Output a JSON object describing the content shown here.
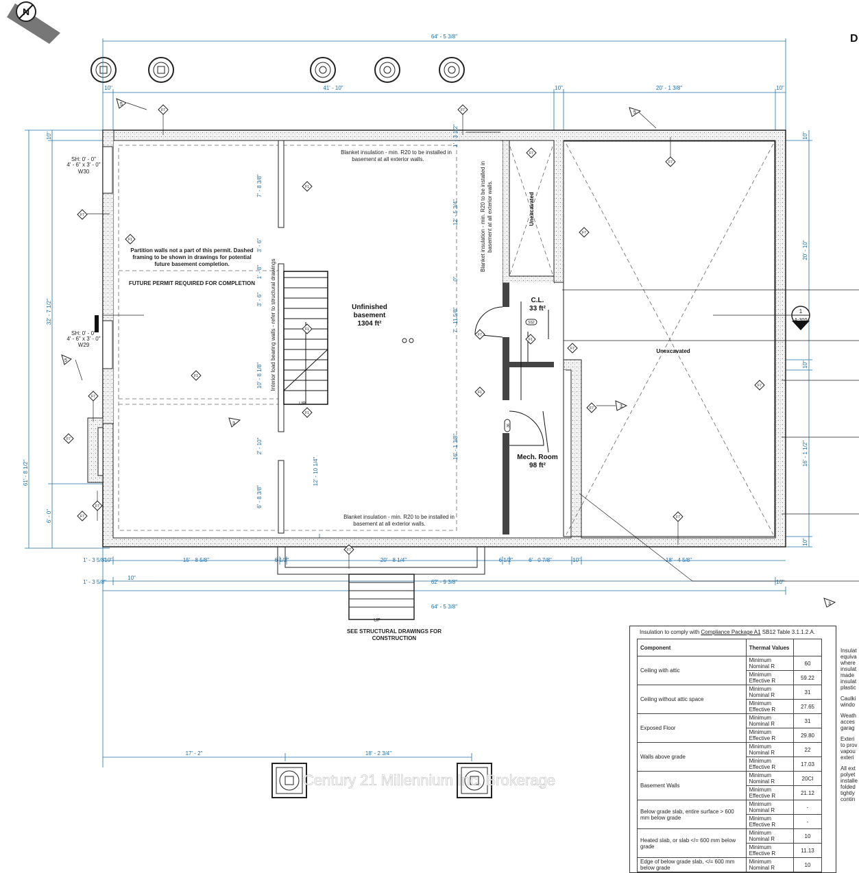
{
  "sheet": {
    "title_letter": "D"
  },
  "watermark": "Century 21 Millennium Inc. Brokerage",
  "dimensions": {
    "overall_top": "64' - 5 3/8\"",
    "overall_bottom": "64' - 5 3/8\"",
    "top_a": "10\"",
    "top_b": "41' - 10\"",
    "top_c": "10\"",
    "top_d": "20' - 1 3/8\"",
    "top_e": "10\"",
    "left_overall": "61' - 8 1/2\"",
    "left_a": "10\"",
    "left_b": "32' - 7 1/2\"",
    "left_c": "6' - 0\"",
    "right_a": "10\"",
    "right_b": "20' - 10\"",
    "right_c": "10\"",
    "right_d": "16' - 1 1/2\"",
    "right_e": "10\"",
    "interior_v1": "7' - 8 3/8\"",
    "interior_v2": "3' - 6\"",
    "interior_v3": "1' - 8\"",
    "interior_v4": "3' - 6\"",
    "interior_v5": "10' - 8 1/8\"",
    "interior_v6": "2' - 10\"",
    "interior_v7": "6' - 8 3/8\"",
    "interior_v8": "12' - 10 1/4\"",
    "mid_v1": "1' - 3 1/2\"",
    "mid_v2": "12' - 5 3/4\"",
    "mid_v3": "0\"",
    "mid_v4": "7' - 11 5/8\"",
    "mid_v5": "16' - 1 3/8\"",
    "bottom_a": "1' - 3 5/8\"",
    "bottom_b": "10\"",
    "bottom_c": "15' - 8 5/8\"",
    "bottom_d": "6 1/2\"",
    "bottom_e": "20' - 8 1/4\"",
    "bottom_f": "6 1/2\"",
    "bottom_g": "6' - 0 7/8\"",
    "bottom_h": "10\"",
    "bottom_i": "18' - 4 5/8\"",
    "bottom2_a": "1' - 3 5/8\"",
    "bottom2_b": "10\"",
    "bottom2_c": "62' - 9 3/8\"",
    "bottom2_d": "10\"",
    "lower_a": "17' - 2\"",
    "lower_b": "18' - 2 3/4\""
  },
  "rooms": {
    "basement_name_1": "Unfinished",
    "basement_name_2": "basement",
    "basement_area": "1304 ft²",
    "cl_name": "C.L.",
    "cl_area": "33 ft²",
    "mech_name": "Mech. Room",
    "mech_area": "98 ft²",
    "unexcavated_main": "Unexcavated",
    "unexcavated_small": "Unexcavated"
  },
  "notes": {
    "insulation_top_1": "Blanket insulation - min. R20 to be installed in",
    "insulation_top_2": "basement at all exterior walls.",
    "insulation_bottom_1": "Blanket insulation - min. R20 to be installed in",
    "insulation_bottom_2": "basement at all exterior walls.",
    "insulation_vert_1": "Blanket insulation - min. R20 to be installed in",
    "insulation_vert_2": "basement at all exterior walls.",
    "partition_1": "Partition walls not a part of this permit. Dashed",
    "partition_2": "framing to be shown in drawings for potential",
    "partition_3": "future basement completion.",
    "future_permit": "FUTURE PERMIT REQUIRED FOR COMPLETION",
    "load_bearing": "Interior load bearing walls - refer to structural drawings",
    "structural_1": "SEE STRUCTURAL DRAWINGS FOR",
    "structural_2": "CONSTRUCTION",
    "up_1": "UP",
    "up_2": "UP",
    "window_1a": "SH: 0' - 0\"",
    "window_1b": "4' - 6\" x 3' - 0\"",
    "window_1c": "W30",
    "window_2a": "SH: 0' - 0\"",
    "window_2b": "4' - 6\" x 3' - 0\"",
    "window_2c": "W29",
    "section_num": "1",
    "section_sheet": "A-300"
  },
  "tags": {
    "f7": "F7",
    "f1": "F1",
    "t5": "5",
    "t3": "3",
    "tag_ss": "SS2",
    "tag_mech": "36"
  },
  "insulation_table": {
    "intro_pre": "Insulation to comply with ",
    "intro_link": "Compliance Package A1",
    "intro_post": " SB12 Table 3.1.1.2.A.",
    "head_component": "Component",
    "head_thermal": "Thermal Values",
    "rows": [
      {
        "component": "Ceiling with attic",
        "nominal_label": "Minimum Nominal R",
        "nominal": "60",
        "effective_label": "Minimum Effective R",
        "effective": "59.22"
      },
      {
        "component": "Ceiling without attic space",
        "nominal_label": "Minimum Nominal R",
        "nominal": "31",
        "effective_label": "Minimum Effective R",
        "effective": "27.65"
      },
      {
        "component": "Exposed Floor",
        "nominal_label": "Minimum Nominal R",
        "nominal": "31",
        "effective_label": "Minimum Effective R",
        "effective": "29.80"
      },
      {
        "component": "Walls above grade",
        "nominal_label": "Minimum Nominal R",
        "nominal": "22",
        "effective_label": "Minimum Effective R",
        "effective": "17.03"
      },
      {
        "component": "Basement Walls",
        "nominal_label": "Minimum Nominal R",
        "nominal": "20CI",
        "effective_label": "Minimum Effective R",
        "effective": "21.12"
      },
      {
        "component": "Below grade slab, entire surface > 600 mm below grade",
        "nominal_label": "Minimum Nominal R",
        "nominal": "-",
        "effective_label": "Minimum Effective R",
        "effective": "-"
      },
      {
        "component": "Heated slab, or slab </= 600 mm below grade",
        "nominal_label": "Minimum Nominal R",
        "nominal": "10",
        "effective_label": "Minimum Effective R",
        "effective": "11.13"
      },
      {
        "component": "Edge of below grade slab, </= 600 mm below grade",
        "nominal_label": "Minimum Nominal R",
        "nominal": "10",
        "effective_label": "",
        "effective": ""
      }
    ]
  },
  "side_notes": [
    "Insulat",
    "equiva",
    "where",
    "insulat",
    "made",
    "insulat",
    "plastic",
    "Caulki",
    "windo",
    "Weath",
    "acces",
    "garag",
    "Exteri",
    "to prov",
    "vapou",
    "exteri",
    "All ext",
    "polyet",
    "installe",
    "folded",
    "tightly",
    "contin"
  ]
}
